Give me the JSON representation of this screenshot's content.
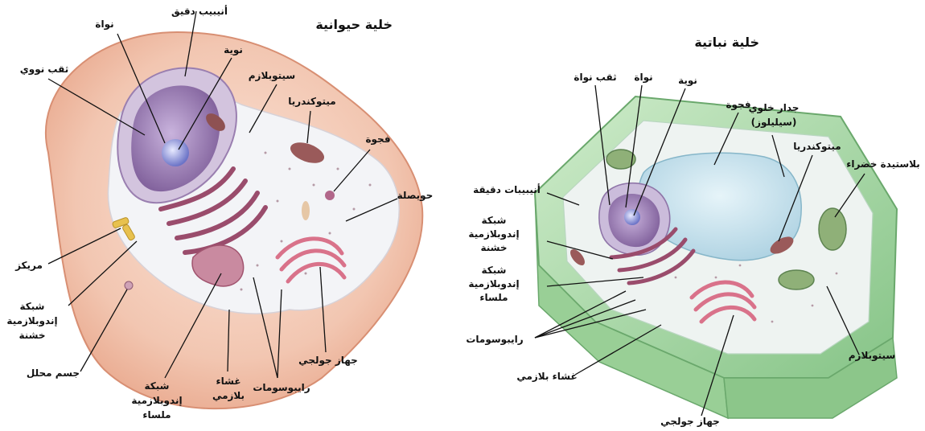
{
  "animal": {
    "title": "خلية حيوانية",
    "labels": {
      "nucleus": "نواة",
      "microtubule": "أنيبيب دقيق",
      "nucleolus": "نوية",
      "nuclear_pore": "ثقب نووي",
      "cytoplasm": "سيتوبلازم",
      "mitochondria": "ميتوكندريا",
      "vacuole": "فجوة",
      "vesicle": "حويصلة",
      "centriole": "مريكز",
      "rough_er": [
        "شبكة",
        "إندوبلازمية",
        "خشنة"
      ],
      "lysosome": "جسم محلل",
      "smooth_er": [
        "شبكة",
        "إندوبلازمية",
        "ملساء"
      ],
      "plasma_membrane": [
        "غشاء",
        "بلازمي"
      ],
      "ribosomes": "رايبوسومات",
      "golgi": "جهاز جولجي"
    }
  },
  "plant": {
    "title": "خلية نباتية",
    "labels": {
      "nuclear_pore": "ثقب نواة",
      "nucleus": "نواة",
      "nucleolus": "نوية",
      "vacuole": "فجوة",
      "cell_wall": [
        "جدار خلوي",
        "(سيليلوز)"
      ],
      "mitochondria": "ميتوكندريا",
      "chloroplast": "بلاستيدة خضراء",
      "microtubules": "أنيبيبات دقيقة",
      "rough_er": [
        "شبكة",
        "إندوبلازمية",
        "خشنة"
      ],
      "smooth_er": [
        "شبكة",
        "إندوبلازمية",
        "ملساء"
      ],
      "ribosomes": "رايبوسومات",
      "plasma_membrane": "غشاء بلازمي",
      "cytoplasm": "سيتوبلازم",
      "golgi": "جهاز جولجي"
    }
  },
  "colors": {
    "animal_membrane": "#f0c3ae",
    "animal_cytoplasm": "#f3f4f7",
    "nucleus": "#9a7bb0",
    "er": "#b0617f",
    "golgi": "#d9728a",
    "plant_wall": "#a6d8a3",
    "plant_vacuole": "#c9e6ef",
    "chloroplast": "#8fb078",
    "mitochondria": "#9a5a5a"
  }
}
